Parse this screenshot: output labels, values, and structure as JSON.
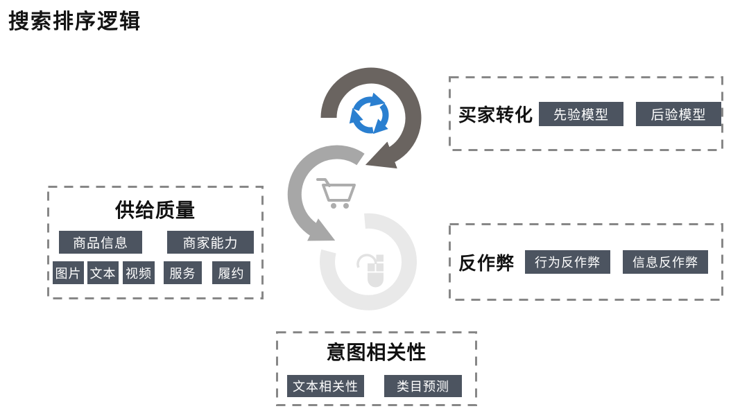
{
  "title": "搜索排序逻辑",
  "panels": {
    "buyer_conversion": {
      "label": "买家转化",
      "buttons": [
        "先验模型",
        "后验模型"
      ]
    },
    "supply_quality": {
      "label": "供给质量",
      "row1": [
        "商品信息",
        "商家能力"
      ],
      "row2": [
        "图片",
        "文本",
        "视频",
        "服务",
        "履约"
      ]
    },
    "anti_cheat": {
      "label": "反作弊",
      "buttons": [
        "行为反作弊",
        "信息反作弊"
      ]
    },
    "intent_relevance": {
      "label": "意图相关性",
      "buttons": [
        "文本相关性",
        "类目预测"
      ]
    }
  },
  "icons": {
    "cycle_dark": "conversion-cycle-arrow-icon",
    "recycle": "recycle-arrows-icon",
    "cycle_gray": "engagement-cycle-arrow-icon",
    "cart": "shopping-cart-icon",
    "ring_light": "intent-ring-icon",
    "mouse": "mouse-click-icon"
  },
  "colors": {
    "accent_blue": "#2a7fd0",
    "dark_arrow": "#6a6460",
    "mid_arrow": "#a7a7a7",
    "light_ring": "#e9e9e9",
    "chip_bg": "#4c5460",
    "dash_border": "#878787"
  }
}
